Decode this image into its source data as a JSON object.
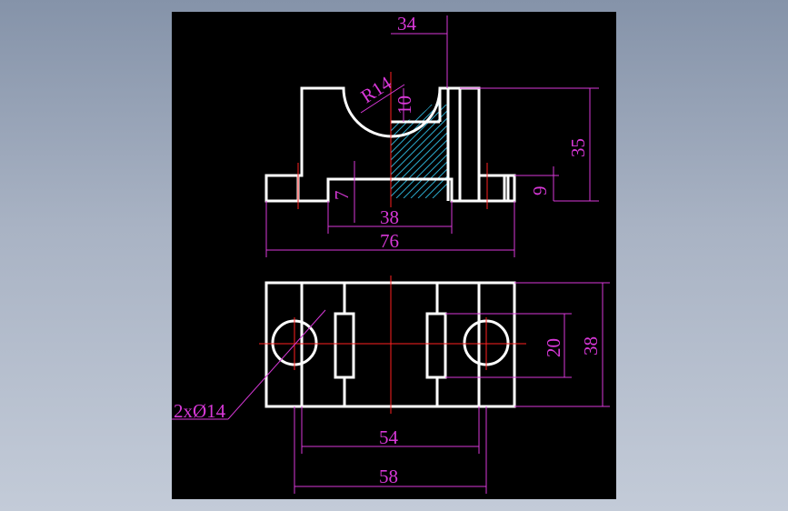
{
  "drawing": {
    "background": "#000000",
    "line_color": "#ffffff",
    "dimension_color": "#d838d8",
    "centerline_color": "#ff2020",
    "hatch_color": "#2aa6c8"
  },
  "dimensions": {
    "offset_34": "34",
    "radius_r14": "R14",
    "depth_10": "10",
    "height_35": "35",
    "height_9": "9",
    "height_7": "7",
    "width_38": "38",
    "width_76": "76",
    "width_20": "20",
    "width_38_plan": "38",
    "holes_label": "2xØ14",
    "spacing_54": "54",
    "spacing_58": "58"
  }
}
